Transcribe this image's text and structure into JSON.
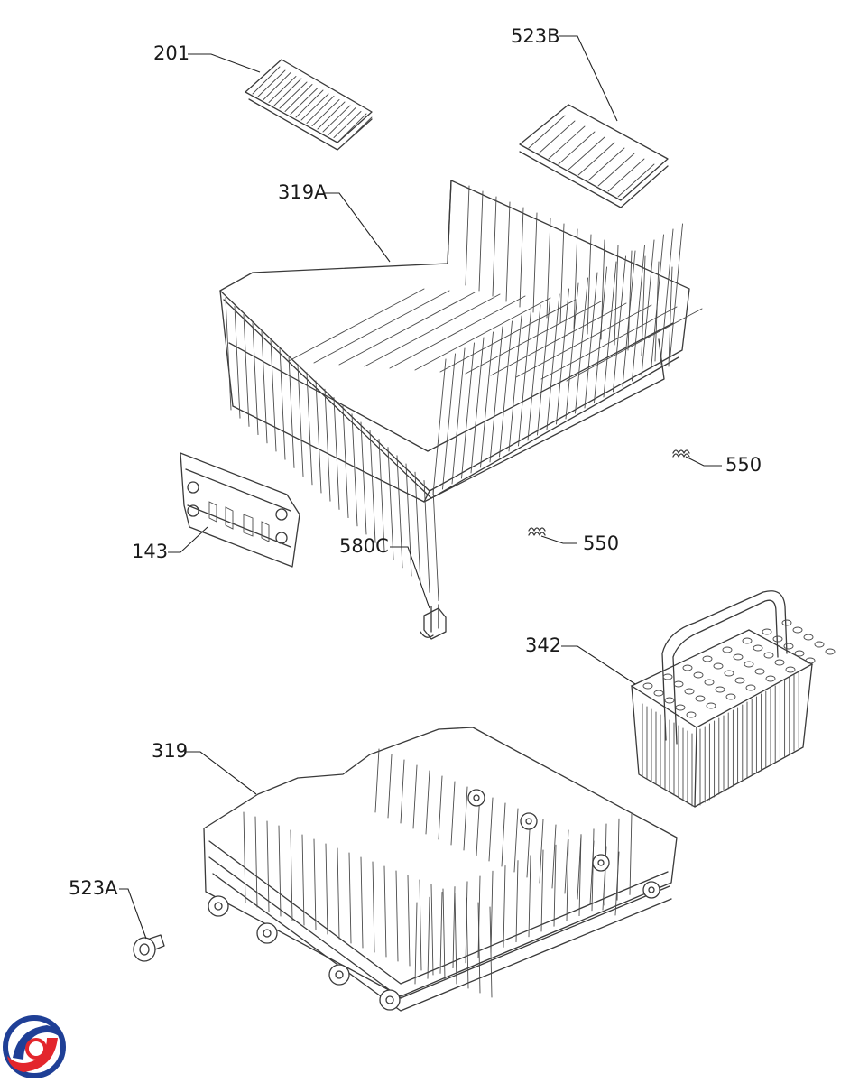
{
  "callouts": [
    {
      "id": "c201",
      "text": "201"
    },
    {
      "id": "c523B",
      "text": "523B"
    },
    {
      "id": "c319A",
      "text": "319A"
    },
    {
      "id": "c550a",
      "text": "550"
    },
    {
      "id": "c143",
      "text": "143"
    },
    {
      "id": "c580C",
      "text": "580C"
    },
    {
      "id": "c550b",
      "text": "550"
    },
    {
      "id": "c342",
      "text": "342"
    },
    {
      "id": "c319",
      "text": "319"
    },
    {
      "id": "c523A",
      "text": "523A"
    }
  ],
  "logo": {
    "colors": [
      "#1f3f96",
      "#e3262c"
    ]
  }
}
